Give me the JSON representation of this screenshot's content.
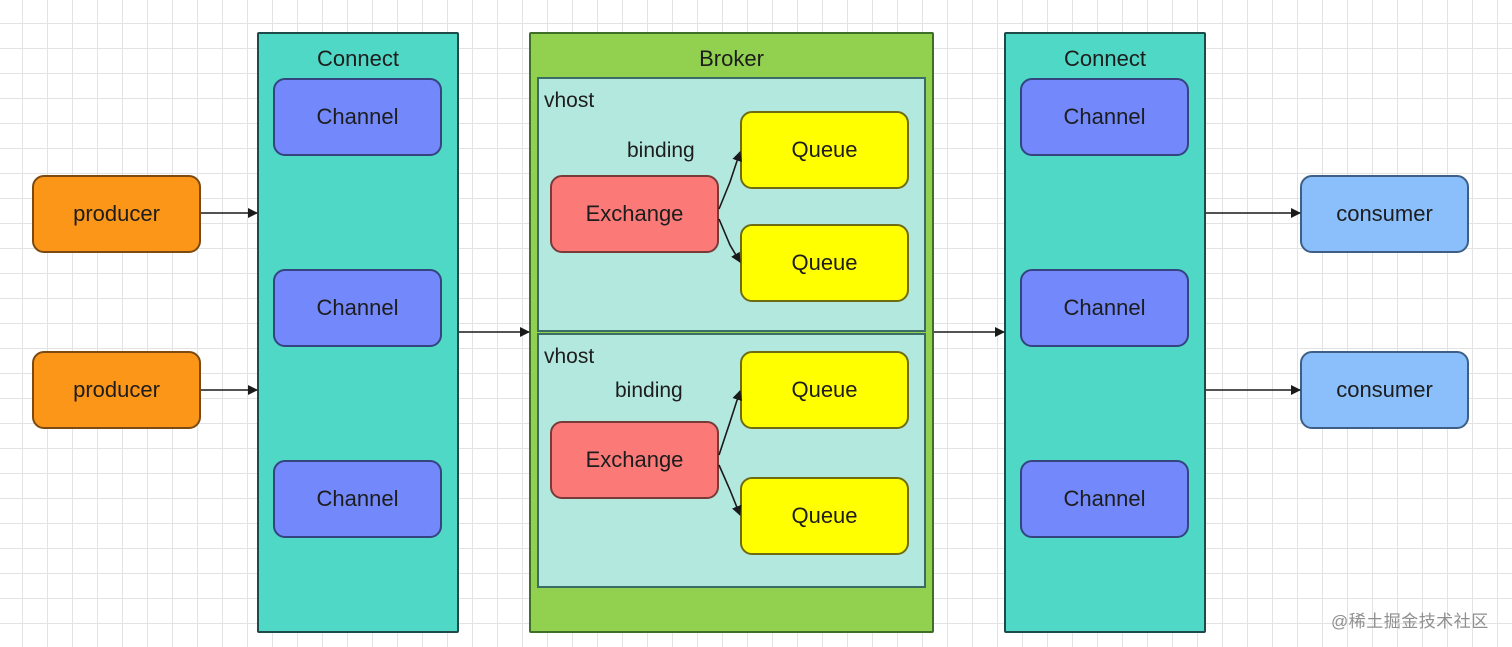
{
  "diagram": {
    "left_connect": {
      "title": "Connect",
      "channels": [
        "Channel",
        "Channel",
        "Channel"
      ]
    },
    "right_connect": {
      "title": "Connect",
      "channels": [
        "Channel",
        "Channel",
        "Channel"
      ]
    },
    "broker": {
      "title": "Broker",
      "vhosts": [
        {
          "label": "vhost",
          "binding": "binding",
          "exchange": "Exchange",
          "queues": [
            "Queue",
            "Queue"
          ]
        },
        {
          "label": "vhost",
          "binding": "binding",
          "exchange": "Exchange",
          "queues": [
            "Queue",
            "Queue"
          ]
        }
      ]
    },
    "producers": [
      "producer",
      "producer"
    ],
    "consumers": [
      "consumer",
      "consumer"
    ]
  },
  "watermark": "@稀土掘金技术社区",
  "colors": {
    "connect": "#4fd8c5",
    "broker": "#92d050",
    "vhost": "#b3e8df",
    "channel": "#7288fb",
    "producer": "#fc9618",
    "consumer": "#8bbffc",
    "exchange": "#fb7a78",
    "queue": "#ffff00"
  }
}
